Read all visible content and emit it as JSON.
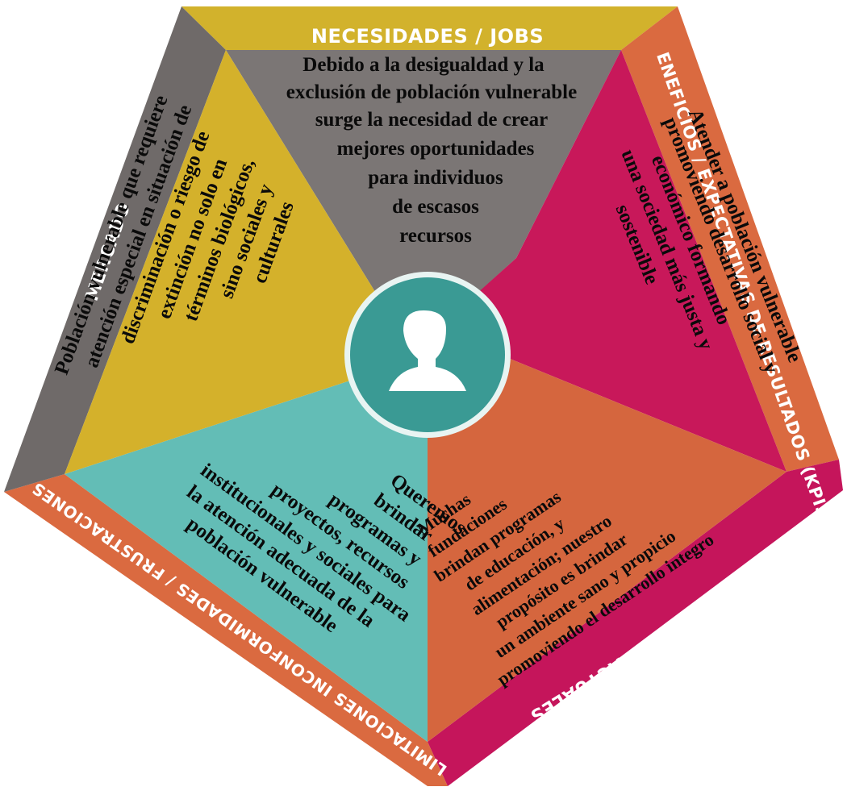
{
  "diagram": {
    "colors": {
      "gray": "#7b7675",
      "yellow": "#d4b12b",
      "magenta": "#c8185a",
      "orange": "#d5663e",
      "teal": "#63bdb6",
      "border_yellow": "#d2b22c",
      "border_orange": "#da6a40",
      "border_magenta": "#c5155b",
      "border_gray": "#6f6a69",
      "center_ring": "#e8f4f2",
      "center_fill": "#3a9a94"
    },
    "edge_labels": {
      "top": "NECESIDADES / JOBS",
      "right": "BENEFICIOS / EXPECTATIVAS DE RESULTADOS (KPIS)",
      "bottom_right": "SOLUCIONES ACTUALES",
      "bottom_left": "LIMITACIONES INCONFORMIDADES / FRUSTRACIONES",
      "left": "MERCADO"
    },
    "center_icon": "user-icon",
    "segments": {
      "top": [
        "Debido a la desigualdad y la",
        "exclusión de población vulnerable",
        "surge la necesidad de crear",
        "mejores oportunidades",
        "para individuos",
        "de escasos",
        "recursos"
      ],
      "right": [
        "Atender a población vulnerable",
        "promoviendo desarrollo social y",
        "económico formando",
        "una sociedad más justa y",
        "sostenible"
      ],
      "left": [
        "Población vulnerable que requiere",
        "atención especial en situación de",
        "discriminación o riesgo de",
        "extinción no solo en",
        "términos biológicos,",
        "sino sociales y",
        "culturales"
      ],
      "bottom_left": [
        "Queremos",
        "brindar",
        "programas y",
        "proyectos, recursos",
        "institucionales y sociales para",
        "la atención adecuada de la",
        "población vulnerable"
      ],
      "bottom_right": [
        "Muchas",
        "fundaciones",
        "brindan programas",
        "de educación, y",
        "alimentación; nuestro",
        "propósito es   brindar",
        "un ambiente sano y propicio",
        "promoviendo el desarrollo integro"
      ]
    }
  }
}
